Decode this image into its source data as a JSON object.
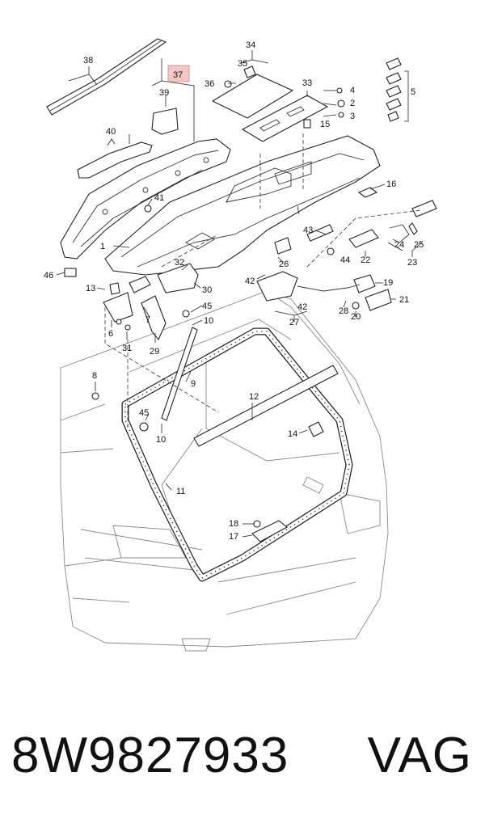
{
  "diagram": {
    "highlight_color": "#f4c6c6",
    "labels": {
      "l1": "1",
      "l2": "2",
      "l3": "3",
      "l4": "4",
      "l5": "5",
      "l6": "6",
      "l7": "7",
      "l8": "8",
      "l9": "9",
      "l10a": "10",
      "l10b": "10",
      "l11": "11",
      "l12": "12",
      "l13": "13",
      "l14": "14",
      "l15": "15",
      "l16": "16",
      "l17": "17",
      "l18": "18",
      "l19": "19",
      "l20": "20",
      "l21": "21",
      "l22": "22",
      "l23": "23",
      "l24": "24",
      "l25": "25",
      "l26": "26",
      "l27": "27",
      "l28": "28",
      "l29": "29",
      "l30": "30",
      "l31": "31",
      "l32": "32",
      "l33": "33",
      "l34": "34",
      "l35": "35",
      "l36": "36",
      "l37": "37",
      "l38": "38",
      "l39": "39",
      "l40": "40",
      "l41": "41",
      "l42a": "42",
      "l42b": "42",
      "l43": "43",
      "l44": "44",
      "l45a": "45",
      "l45b": "45",
      "l46": "46"
    }
  },
  "footer": {
    "part_number": "8W9827933",
    "brand": "VAG"
  }
}
